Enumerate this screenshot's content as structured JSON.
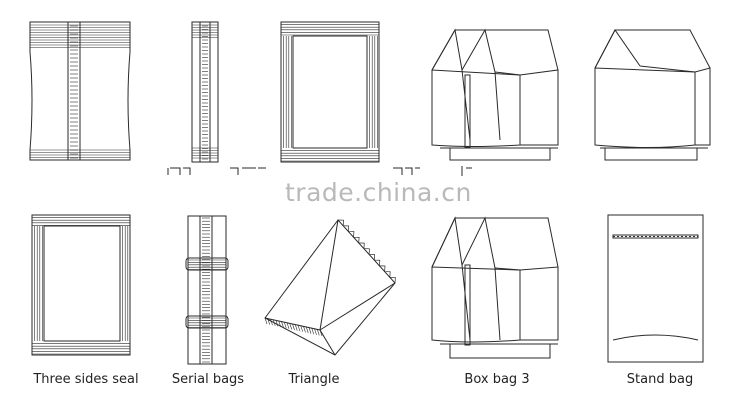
{
  "watermark": "trade.china.cn",
  "labels": {
    "three_sides_seal": "Three sides seal",
    "serial_bags": "Serial bags",
    "triangle": "Triangle",
    "box_bag_3": "Box bag 3",
    "stand_bag": "Stand bag"
  },
  "colors": {
    "stroke": "#2a2a2a",
    "watermark": "#b9b9b9",
    "background": "#ffffff"
  }
}
